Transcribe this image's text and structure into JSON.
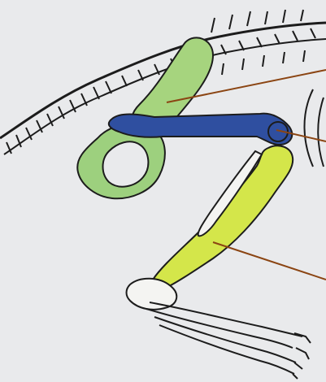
{
  "colors": {
    "background": "#e9eaec",
    "bone_outline": "#1c1c1c",
    "bone_white": "#f4f4f2",
    "scapula_green": "#a6d47e",
    "pelvis_green": "#9dd07e",
    "femur_blue": "#2f4fa0",
    "tibia_yellow_green": "#d4e64a",
    "leader_line": "#8b4513"
  },
  "structures": [
    {
      "id": "scapula",
      "icon": "green-bone"
    },
    {
      "id": "pelvis",
      "icon": "green-ring-bone"
    },
    {
      "id": "femur",
      "icon": "blue-long-bone"
    },
    {
      "id": "tibia",
      "icon": "yellow-green-long-bone"
    }
  ],
  "leader_lines": [
    {
      "target": "scapula"
    },
    {
      "target": "femur"
    },
    {
      "target": "tibia"
    }
  ]
}
